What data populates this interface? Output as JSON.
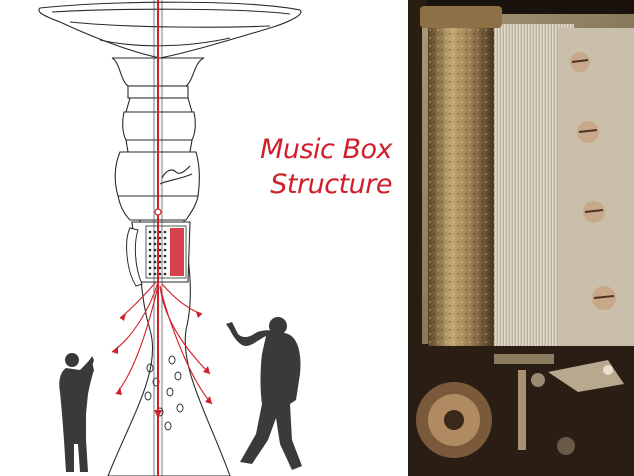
{
  "diagram": {
    "title_line_1": "Music Box",
    "title_line_2": "Structure"
  },
  "colors": {
    "accent": "#d0202b",
    "outline": "#2a2a2a",
    "silhouette": "#3a3a3a",
    "metal_brass": "#a88a58",
    "metal_comb": "#cfc6b4",
    "wood_dark": "#1a120c"
  },
  "icons": [
    "person-silhouette",
    "arrow-icon",
    "screw-icon"
  ]
}
